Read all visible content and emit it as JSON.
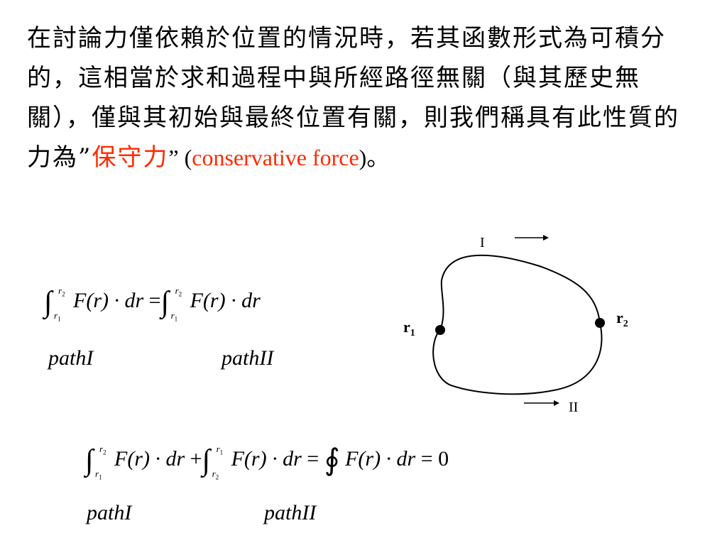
{
  "text": {
    "p1": "在討論力僅依賴於位置的情況時，若其函數形式為可積分的，這相當於求和過程中與所經路徑無關（與其歷史無關），僅與其初始與最終位置有關，則我們稱具有此性質的力為”",
    "red_term": "保守力",
    "p2": "” (",
    "english_term": "conservative force",
    "p3": ")。"
  },
  "equation1": {
    "lower": "r",
    "lower_sub": "1",
    "upper": "r",
    "upper_sub": "2",
    "integrand": "F(r) · dr",
    "equals": "=",
    "path_left": "pathI",
    "path_right": "pathII"
  },
  "equation2": {
    "lower_a": "r",
    "lower_a_sub": "1",
    "upper_a": "r",
    "upper_a_sub": "2",
    "lower_b": "r",
    "lower_b_sub": "2",
    "upper_b": "r",
    "upper_b_sub": "1",
    "integrand": "F(r) · dr",
    "plus": "+",
    "equals": "=",
    "result": "0",
    "path_left": "pathI",
    "path_right": "pathII"
  },
  "diagram": {
    "path_top_label": "I",
    "path_bottom_label": "II",
    "point_left": "r",
    "point_left_sub": "1",
    "point_right": "r",
    "point_right_sub": "2"
  }
}
